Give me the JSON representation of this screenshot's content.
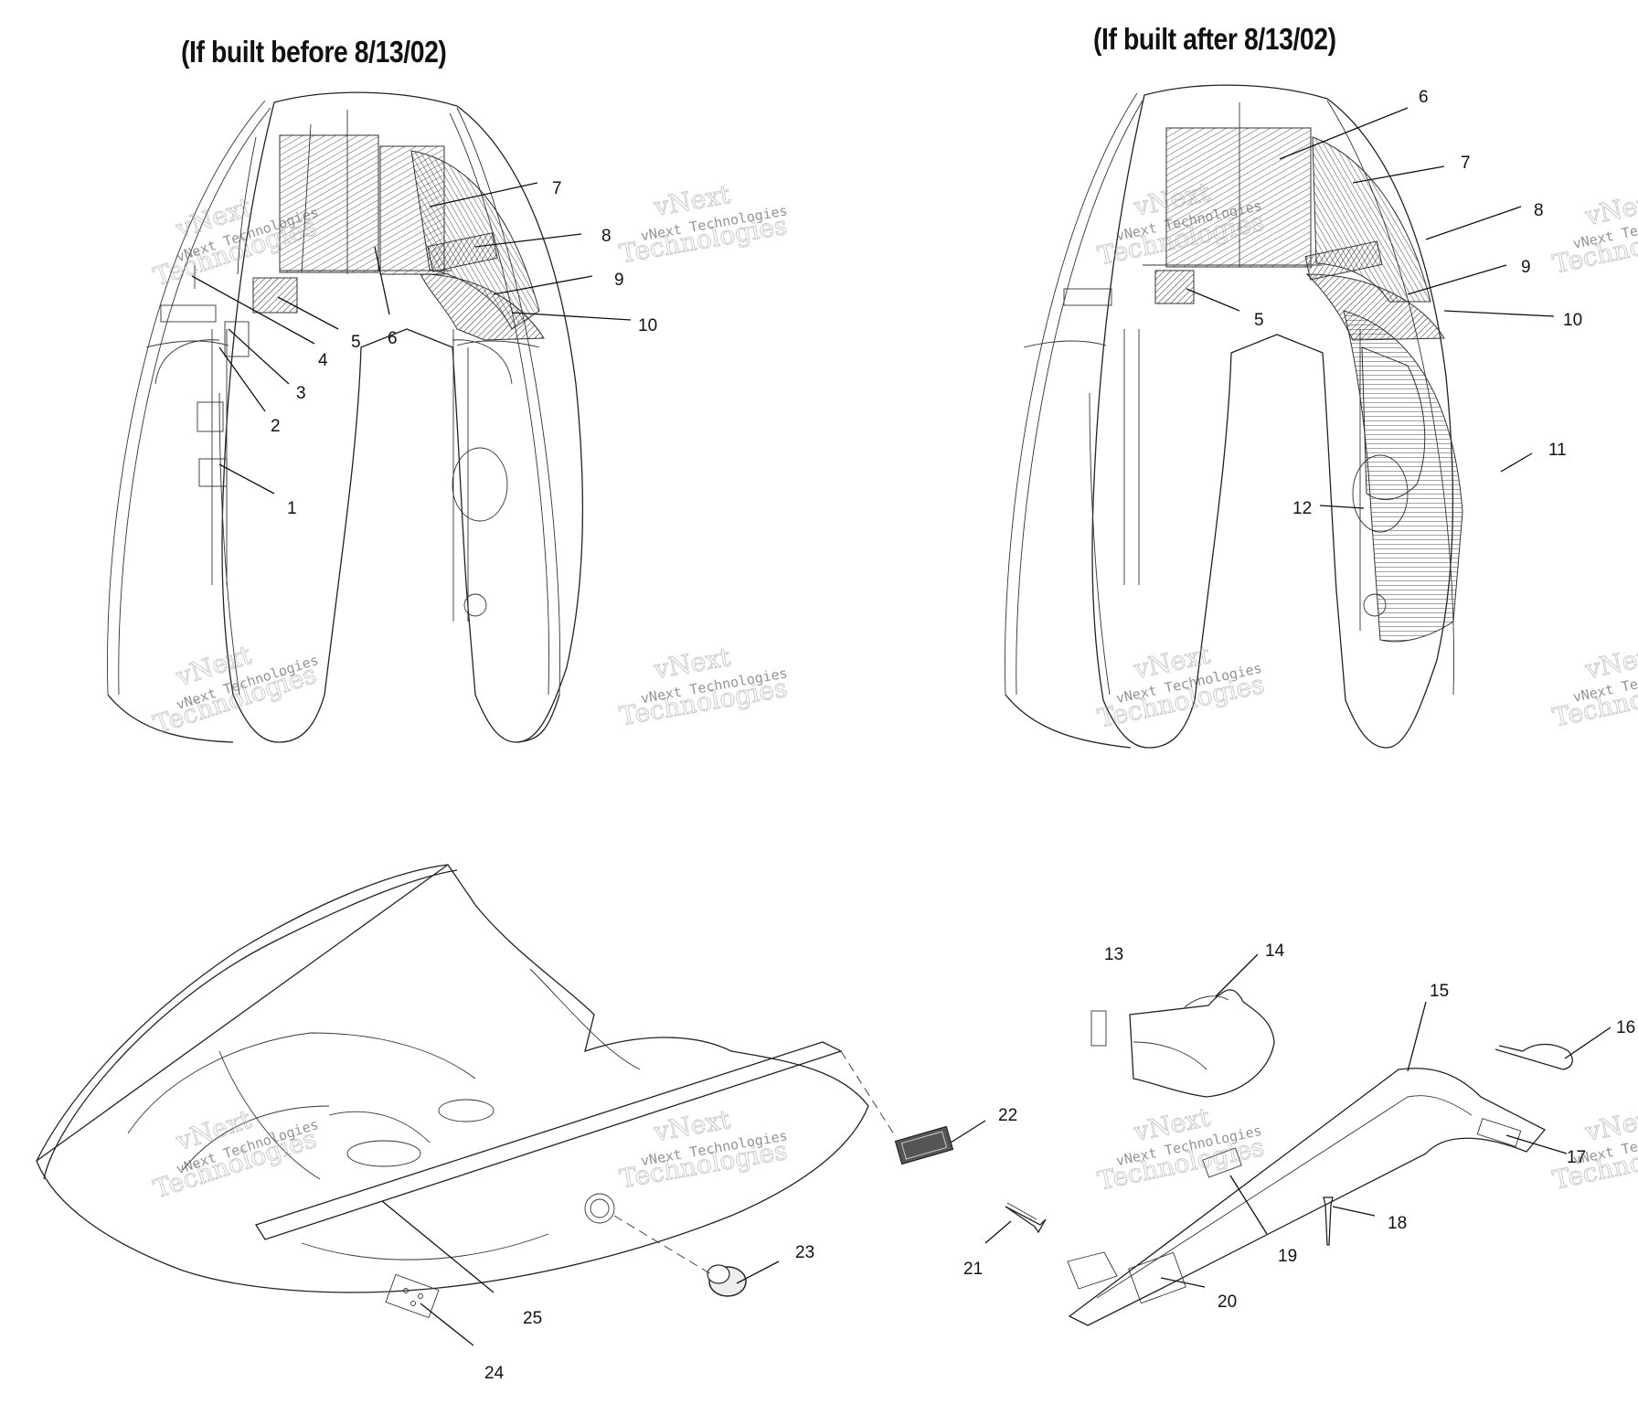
{
  "headings": {
    "before": "(If built before 8/13/02)",
    "after": "(If built after 8/13/02)"
  },
  "watermark": {
    "line1": "vNext",
    "line2": "Technologies",
    "line3": "vNext Technologies"
  },
  "callouts": [
    "1",
    "2",
    "3",
    "4",
    "5",
    "6",
    "7",
    "8",
    "9",
    "10",
    "11",
    "12",
    "13",
    "14",
    "15",
    "16",
    "17",
    "18",
    "19",
    "20",
    "21",
    "22",
    "23",
    "24",
    "25"
  ],
  "callouts_after_view": [
    "5",
    "6",
    "7",
    "8",
    "9",
    "10"
  ],
  "colors": {
    "line": "#222222",
    "hatch": "#555555",
    "watermark": "#9a9a9a"
  }
}
